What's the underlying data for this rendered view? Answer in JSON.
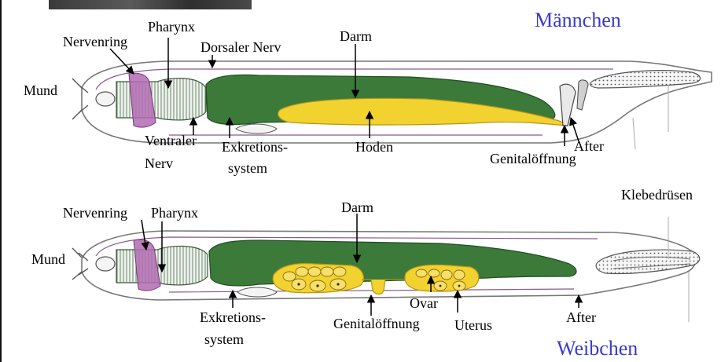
{
  "colors": {
    "title": "#3a3acc",
    "outline": "#777777",
    "gut": "#3c7a3a",
    "gut_dark": "#1f4f22",
    "pharynx_bulb": "#eef3ee",
    "nerve_ring": "#b36bb3",
    "nerve_line": "#8a5a8a",
    "gonad": "#f2d22e",
    "gonad_dark": "#b8941a",
    "tail": "#9a9a9a"
  },
  "male": {
    "title": "Männchen",
    "labels": {
      "nerve_ring": "Nervenring",
      "pharynx": "Pharynx",
      "dorsal_nerve": "Dorsaler Nerv",
      "gut": "Darm",
      "mouth": "Mund",
      "ventral_nerve_1": "Ventraler",
      "ventral_nerve_2": "Nerv",
      "excretory_1": "Exkretions-",
      "excretory_2": "system",
      "testis": "Hoden",
      "anus": "After",
      "genital_opening": "Genitalöffnung"
    }
  },
  "female": {
    "title": "Weibchen",
    "labels": {
      "adhesive_glands": "Klebedrüsen",
      "nerve_ring": "Nervenring",
      "pharynx": "Pharynx",
      "gut": "Darm",
      "mouth": "Mund",
      "excretory_1": "Exkretions-",
      "excretory_2": "system",
      "genital_opening": "Genitalöffnung",
      "ovary": "Ovar",
      "uterus": "Uterus",
      "anus": "After"
    }
  }
}
